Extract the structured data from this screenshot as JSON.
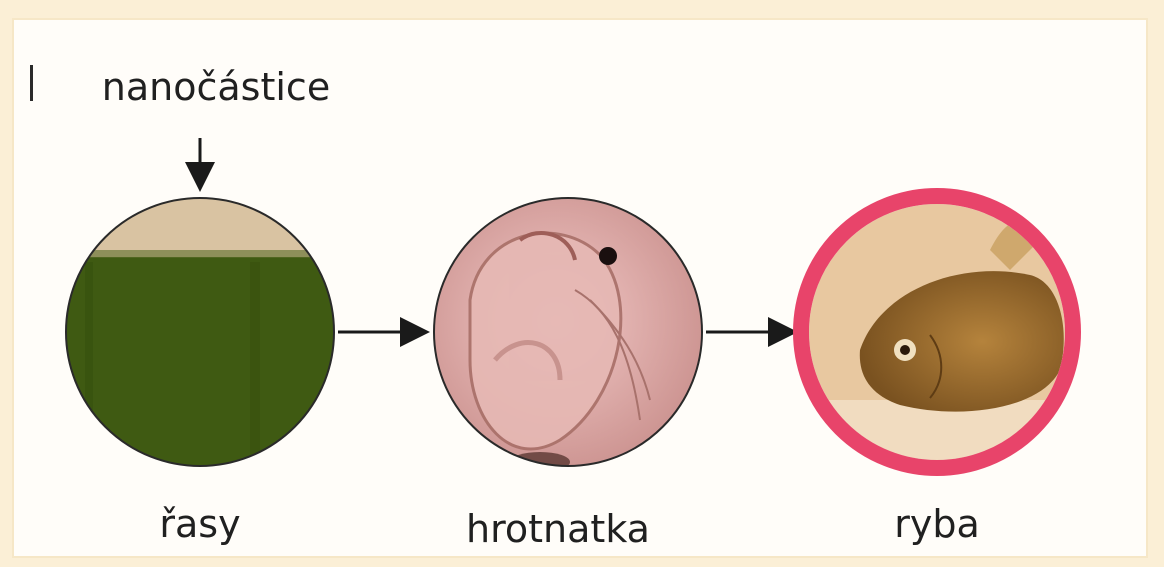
{
  "labels": {
    "nanoparticles": "nanočástice",
    "algae": "řasy",
    "daphnia": "hrotnatka",
    "fish": "ryba"
  },
  "colors": {
    "algae_green": "#3f5a12",
    "daphnia_pink": "#d8a3a0",
    "fish_bg": "#e8c8a0",
    "fish_ring": "#e8446a",
    "arrow": "#1a1a1a",
    "page_bg": "#fbefd6"
  },
  "icons": {
    "particles_arrow": "down-arrow-icon",
    "food_chain_arrow": "right-arrow-icon"
  }
}
